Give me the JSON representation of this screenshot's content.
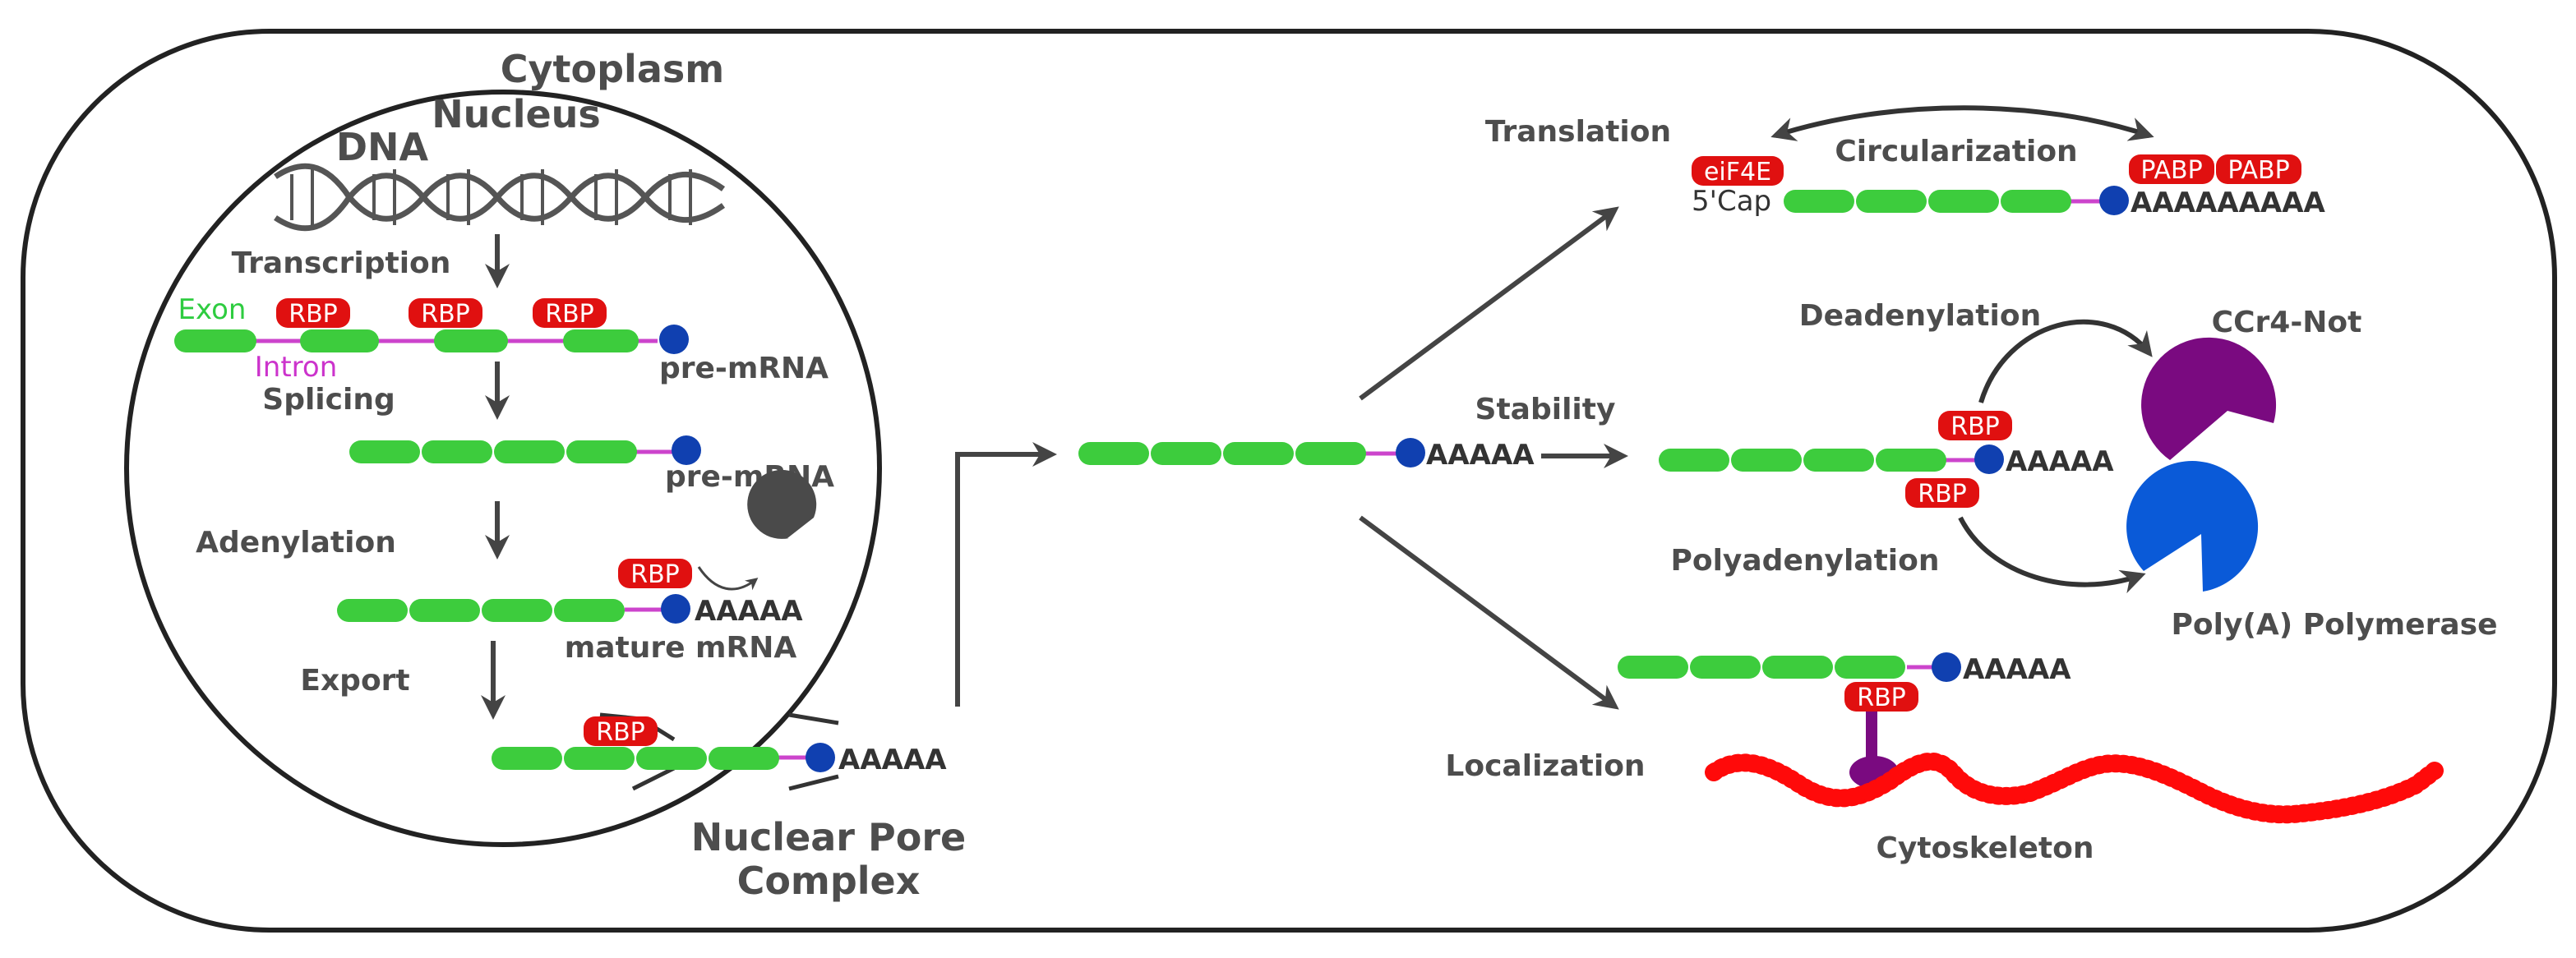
{
  "labels": {
    "cytoplasm": "Cytoplasm",
    "nucleus": "Nucleus",
    "dna": "DNA",
    "transcription": "Transcription",
    "exon": "Exon",
    "intron": "Intron",
    "splicing": "Splicing",
    "pre_mrna_1": "pre-mRNA",
    "pre_mrna_2": "pre-mRNA",
    "adenylation": "Adenylation",
    "mature_mrna": "mature mRNA",
    "export": "Export",
    "npc_line1": "Nuclear Pore",
    "npc_line2": "Complex",
    "translation": "Translation",
    "circularization": "Circularization",
    "cap": "5'Cap",
    "stability": "Stability",
    "deadenylation": "Deadenylation",
    "ccr4_not": "CCr4-Not",
    "polyadenylation": "Polyadenylation",
    "poly_a_polymerase": "Poly(A) Polymerase",
    "localization": "Localization",
    "cytoskeleton": "Cytoskeleton"
  },
  "tails": {
    "short": "AAAAA",
    "long": "AAAAAAAAA"
  },
  "proteins": {
    "rbp": "RBP",
    "eif4e": "eiF4E",
    "pabp": "PABP"
  },
  "colors": {
    "exon": "#3dcc3d",
    "intron": "#cc44cc",
    "cap": "#1040b0",
    "rbp": "#e01010",
    "ccr4_not": "#7a0a80",
    "poly_a_polymerase": "#0a5ad8",
    "cytoskeleton": "#ff0a0a",
    "arrow": "#444444"
  }
}
